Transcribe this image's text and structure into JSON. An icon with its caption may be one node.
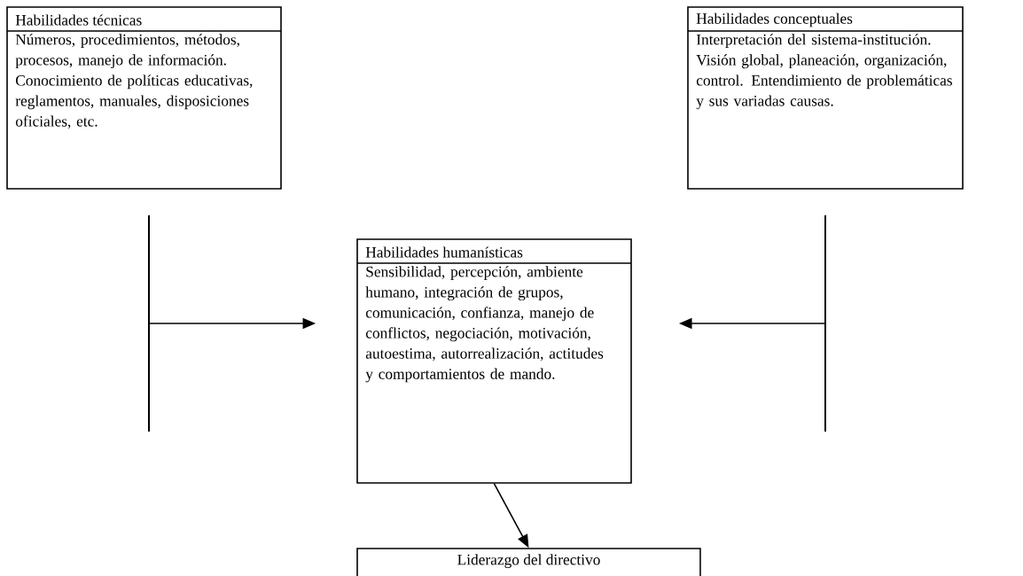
{
  "diagram": {
    "nodes": [
      {
        "text": [
          "Habilidades técnicas",
          "Números, procedimientos, métodos, procesos, manejo de información. Conocimiento de políticas educativas, reglamentos, manuales, disposiciones oficiales, etc."
        ]
      },
      {
        "text": [
          "Habilidades conceptuales",
          "Interpretación del sistema-institución. Visión global, planeación, organización, control. Entendimiento de problemáticas y sus variadas causas."
        ]
      },
      {
        "text": [
          "Habilidades humanísticas",
          "Sensibilidad, percepción, ambiente humano, integración de grupos, comunicación, confianza, manejo de conflictos, negociación, motivación, autoestima, autorrealización, actitudes y comportamientos de mando."
        ]
      },
      {
        "text": [
          "Liderazgo del directivo"
        ]
      },
      {
        "text": [],
        "shape": "bar"
      },
      {
        "text": [],
        "shape": "bar"
      }
    ],
    "edges": [
      {
        "from": 4,
        "to": 2,
        "arrow": "to"
      },
      {
        "from": 5,
        "to": 2,
        "arrow": "to"
      },
      {
        "from": 2,
        "to": 3,
        "arrow": "to"
      }
    ]
  }
}
